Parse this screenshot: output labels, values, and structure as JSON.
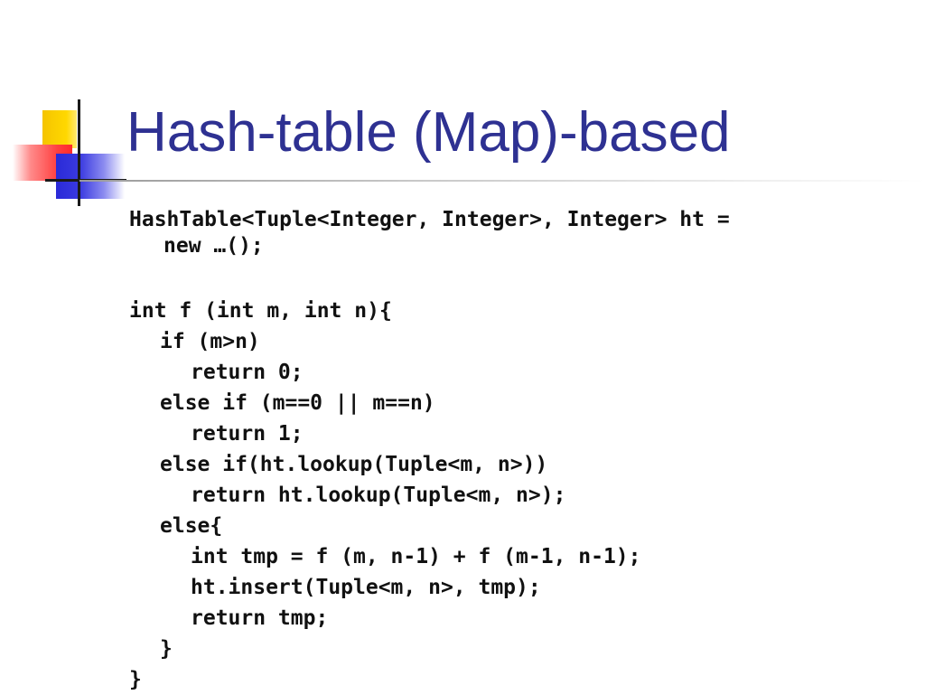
{
  "slide": {
    "title": "Hash-table (Map)-based",
    "declaration": [
      "HashTable<Tuple<Integer, Integer>, Integer> ht =",
      "new …();"
    ],
    "code_lines": [
      "int f (int m, int n){",
      "if (m>n)",
      "return 0;",
      "else if (m==0 || m==n)",
      "return 1;",
      "else if(ht.lookup(Tuple<m, n>))",
      "return ht.lookup(Tuple<m, n>);",
      "else{",
      "int tmp = f (m, n-1) + f (m-1, n-1);",
      "ht.insert(Tuple<m, n>, tmp);",
      "return tmp;",
      "}",
      "}"
    ]
  },
  "theme": {
    "title_color": "#2e3192",
    "code_color": "#111111",
    "logo_yellow": "#ffd800",
    "logo_red": "#ff2a2a",
    "logo_blue": "#2a2ad8"
  }
}
